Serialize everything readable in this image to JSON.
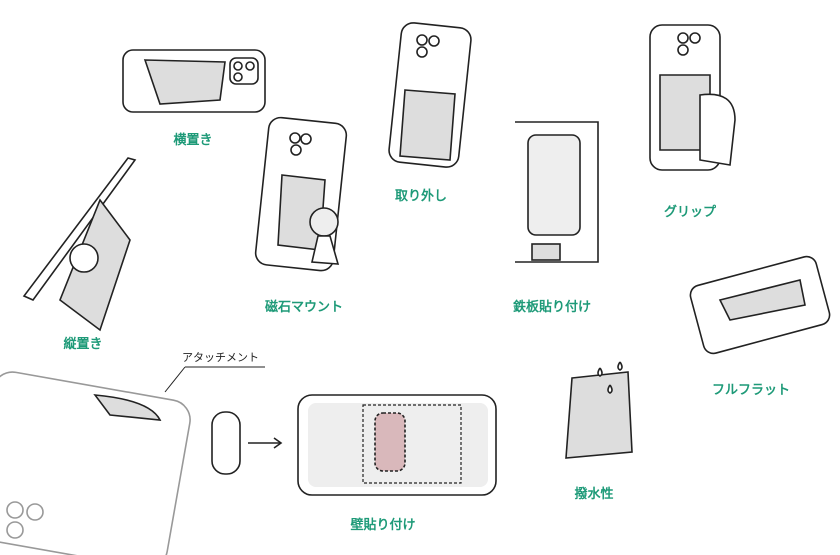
{
  "accent_color": "#1e9a78",
  "labels": {
    "landscape": "横置き",
    "portrait": "縦置き",
    "magnet_mount": "磁石マウント",
    "removable": "取り外し",
    "steel_plate": "鉄板貼り付け",
    "grip": "グリップ",
    "full_flat": "フルフラット",
    "attachment": "アタッチメント",
    "water_repellent": "撥水性",
    "wall_mount": "壁貼り付け"
  }
}
